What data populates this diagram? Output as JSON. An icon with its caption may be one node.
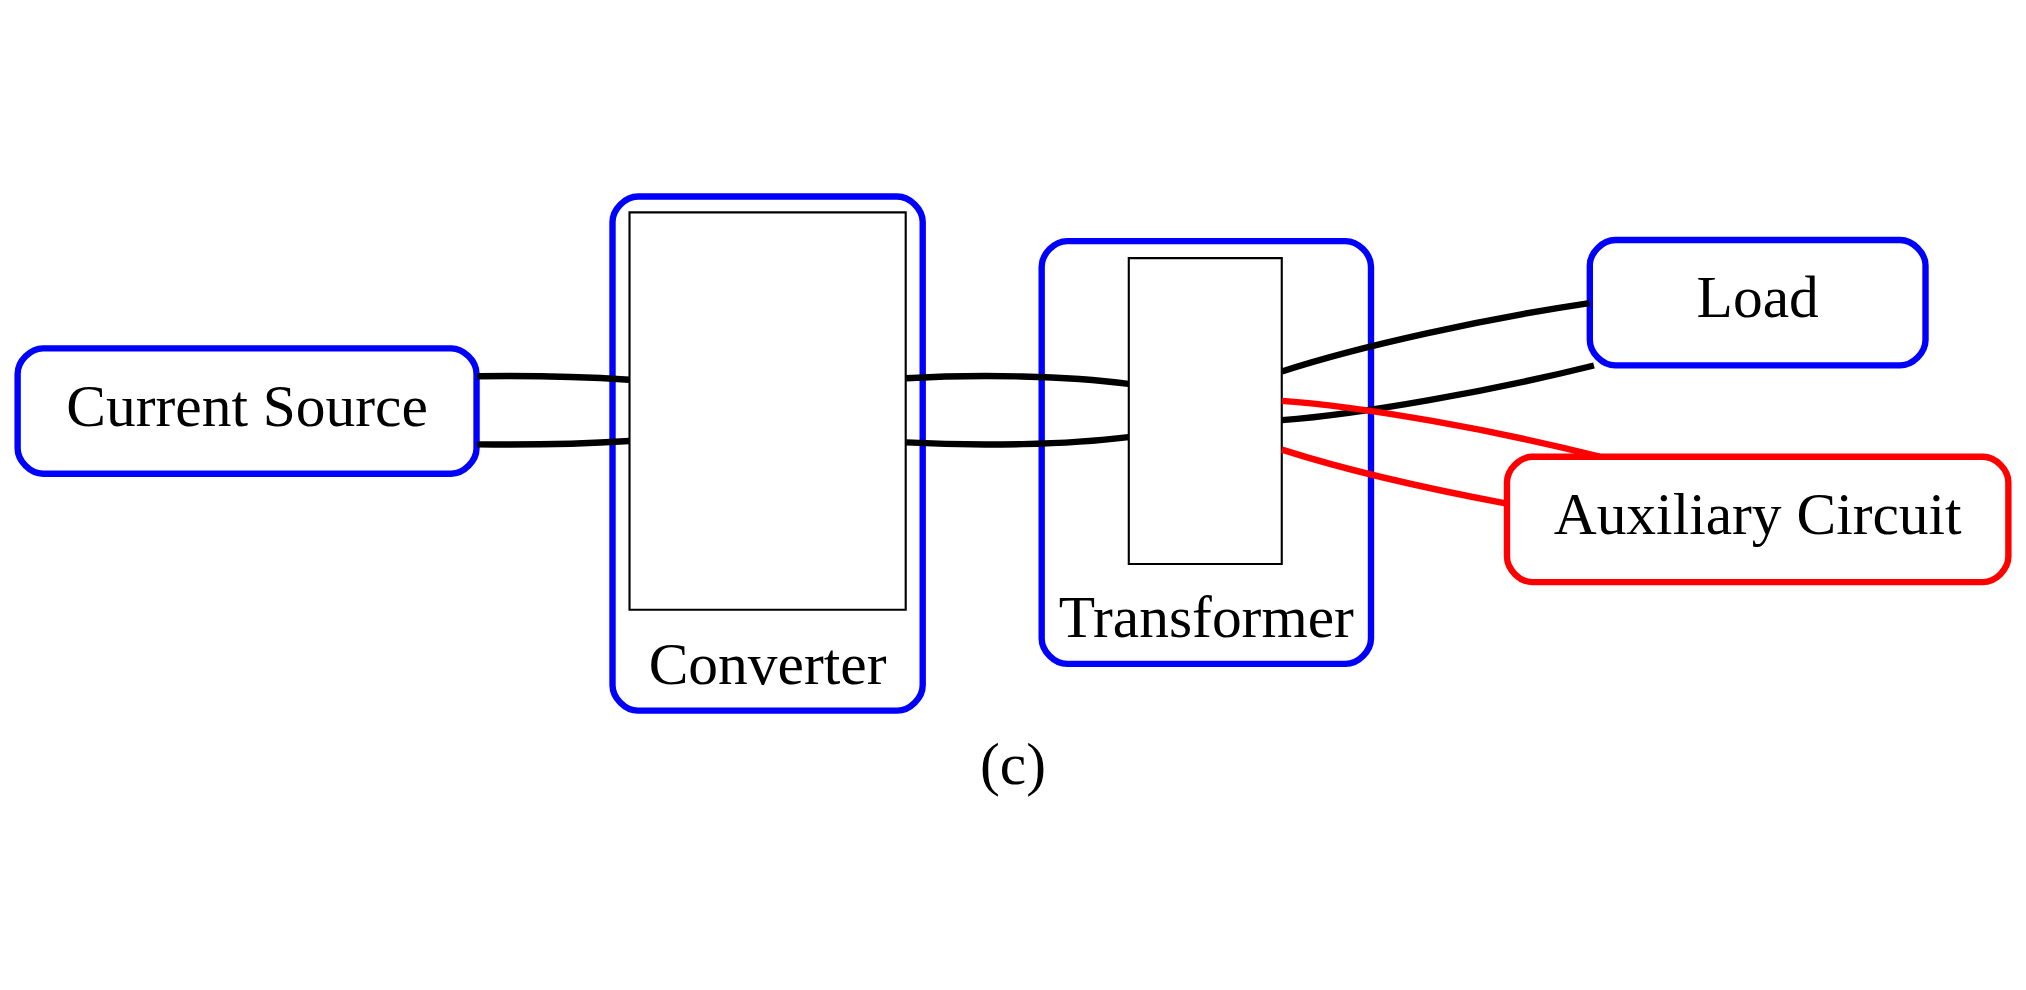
{
  "diagram": {
    "caption": "(c)",
    "nodes": [
      {
        "text": [
          "Current Source"
        ]
      },
      {
        "text": [
          "Converter"
        ]
      },
      {
        "text": [],
        "shape": "box",
        "in": 1
      },
      {
        "text": [
          "Transformer"
        ]
      },
      {
        "text": [],
        "shape": "box",
        "in": 3
      },
      {
        "text": [
          "Load"
        ]
      },
      {
        "text": [
          "Auxiliary Circuit"
        ]
      }
    ],
    "edges": [
      {
        "from": 0,
        "to": 2,
        "arrow": "none"
      },
      {
        "from": 0,
        "to": 2,
        "arrow": "none"
      },
      {
        "from": 2,
        "to": 4,
        "arrow": "none"
      },
      {
        "from": 2,
        "to": 4,
        "arrow": "none"
      },
      {
        "from": 4,
        "to": 5,
        "arrow": "none"
      },
      {
        "from": 4,
        "to": 5,
        "arrow": "none"
      },
      {
        "from": 4,
        "to": 6,
        "arrow": "none",
        "color": "#ff0000"
      },
      {
        "from": 4,
        "to": 6,
        "arrow": "none",
        "color": "#ff0000"
      }
    ]
  }
}
